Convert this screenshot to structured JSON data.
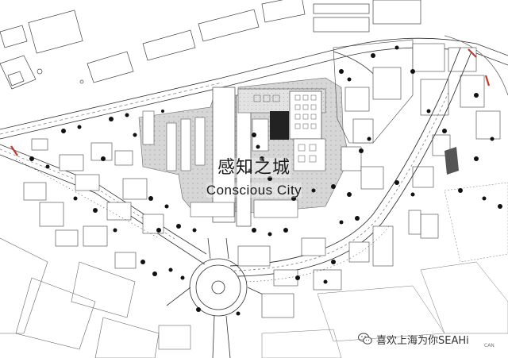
{
  "map": {
    "title_cn": "感知之城",
    "title_en": "Conscious City"
  },
  "watermark": {
    "text": "喜欢上海为你SEAHi",
    "tail": "CAN",
    "icon": "wechat-icon"
  },
  "colors": {
    "ink": "#1a1a1a",
    "plaza": "#d9d9d9",
    "tree": "#111111",
    "accent": "#c0392b"
  }
}
